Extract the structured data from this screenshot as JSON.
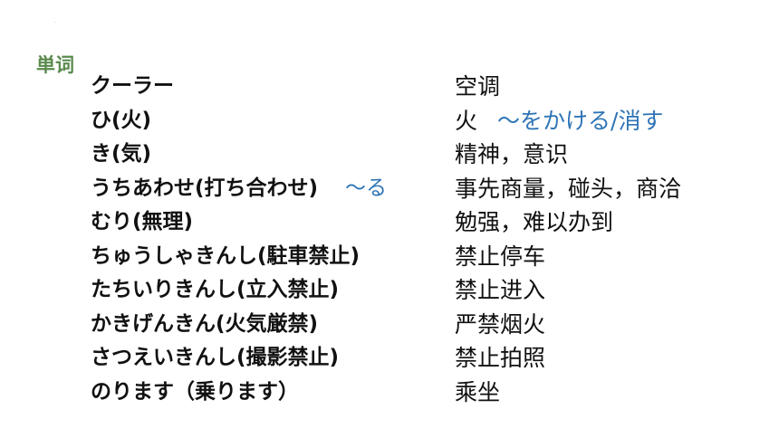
{
  "dot": ".",
  "section_label": "単词",
  "vocab": [
    {
      "jp": "クーラー",
      "jp_note": "",
      "cn": "空调",
      "cn_note": ""
    },
    {
      "jp": "ひ(火)",
      "jp_note": "",
      "cn": "火",
      "cn_note": "～をかける/消す"
    },
    {
      "jp": "き(気)",
      "jp_note": "",
      "cn": "精神，意识",
      "cn_note": ""
    },
    {
      "jp": "うちあわせ(打ち合わせ)",
      "jp_note": "～る",
      "cn": "事先商量，碰头，商洽",
      "cn_note": ""
    },
    {
      "jp": "むり(無理)",
      "jp_note": "",
      "cn": "勉强，难以办到",
      "cn_note": ""
    },
    {
      "jp": "ちゅうしゃきんし(駐車禁止)",
      "jp_note": "",
      "cn": "禁止停车",
      "cn_note": ""
    },
    {
      "jp": "たちいりきんし(立入禁止)",
      "jp_note": "",
      "cn": "禁止进入",
      "cn_note": ""
    },
    {
      "jp": "かきげんきん(火気厳禁)",
      "jp_note": "",
      "cn": "严禁烟火",
      "cn_note": ""
    },
    {
      "jp": "さつえいきんし(撮影禁止)",
      "jp_note": "",
      "cn": "禁止拍照",
      "cn_note": ""
    },
    {
      "jp": "のります（乗ります）",
      "jp_note": "",
      "cn": "乘坐",
      "cn_note": ""
    }
  ],
  "colors": {
    "label": "#5a8a4e",
    "note": "#2e74b5",
    "text": "#111111"
  }
}
